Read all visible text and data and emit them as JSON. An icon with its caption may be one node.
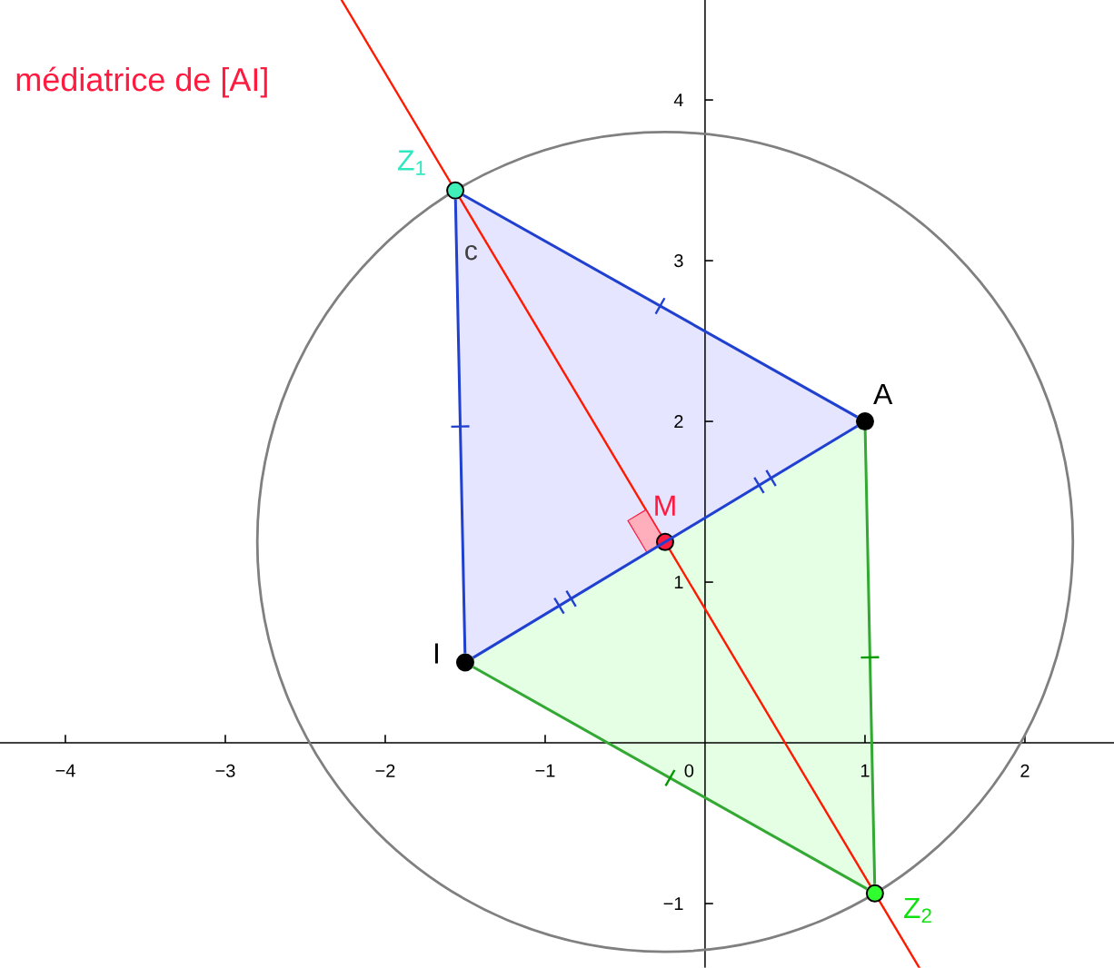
{
  "diagram": {
    "nodes": [
      {
        "text": [
          "Z$_{1}$"
        ]
      },
      {
        "text": [
          "A"
        ]
      },
      {
        "text": [
          "M"
        ]
      },
      {
        "text": [
          "I"
        ]
      },
      {
        "text": [
          "Z$_{2}$"
        ]
      }
    ],
    "edges": [
      {
        "from": 0,
        "to": 1,
        "arrow": "none"
      },
      {
        "from": 0,
        "to": 3,
        "arrow": "none"
      },
      {
        "from": 3,
        "to": 1,
        "arrow": "none"
      },
      {
        "from": 3,
        "to": 4,
        "arrow": "none",
        "color": "#33a833"
      },
      {
        "from": 1,
        "to": 4,
        "arrow": "none",
        "color": "#33a833"
      }
    ],
    "labels": [
      "médiatrice de [AI]",
      "4",
      "3",
      "c",
      "2",
      "1",
      "−4",
      "−3",
      "−2",
      "−1",
      "0",
      "1",
      "2",
      "−1"
    ]
  }
}
